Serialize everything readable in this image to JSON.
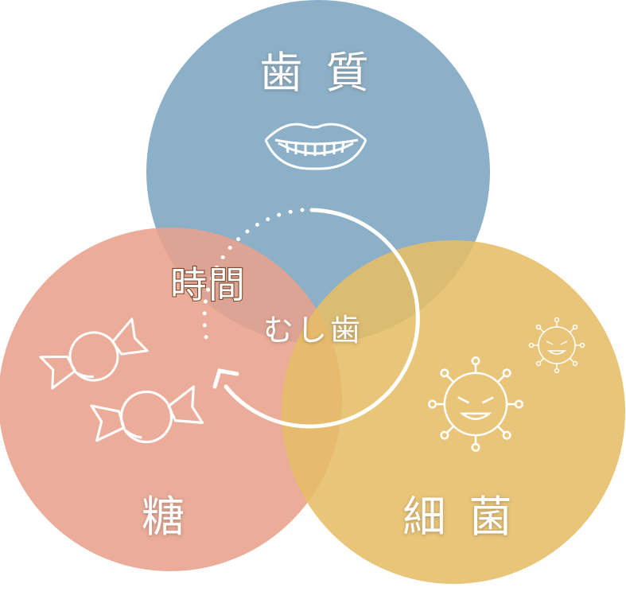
{
  "circles": {
    "enamel": {
      "label": "歯 質",
      "color": "#7fa7c2"
    },
    "sugar": {
      "label": "糖",
      "color": "#e8a08c"
    },
    "bacteria": {
      "label": "細 菌",
      "color": "#e6bd66"
    }
  },
  "center_label": "むし歯",
  "cycle_label": "時間",
  "icons": [
    "mouth-icon",
    "candy-icon",
    "candy-icon",
    "germ-icon",
    "germ-icon"
  ]
}
